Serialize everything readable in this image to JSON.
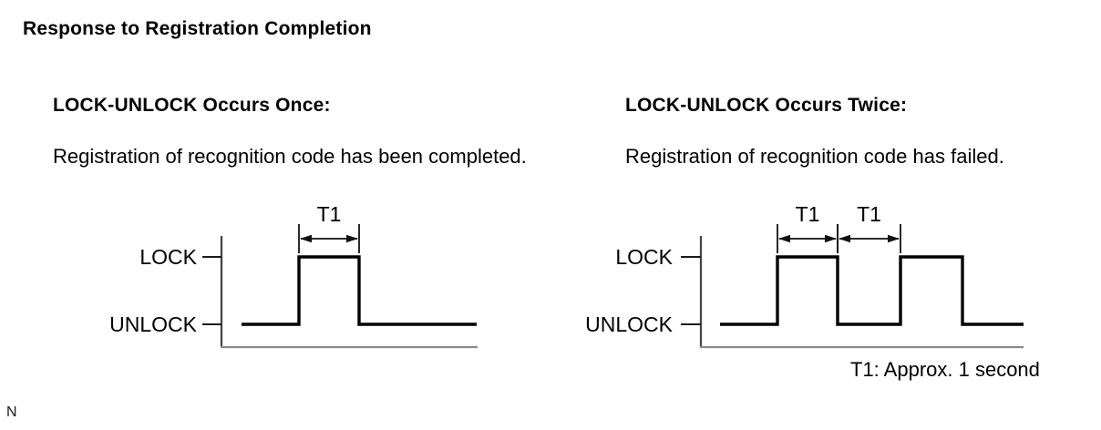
{
  "page": {
    "title": "Response to Registration Completion",
    "footnote": "T1: Approx. 1 second",
    "corner_marker": "N",
    "background": "#ffffff"
  },
  "colors": {
    "text": "#000000",
    "waveform": "#000000",
    "axis_vertical": "#474747",
    "axis_horizontal": "#8a8a8a",
    "tick": "#1a1a1a",
    "dimension": "#111111"
  },
  "panels": [
    {
      "heading": "LOCK-UNLOCK Occurs Once:",
      "description": "Registration of recognition code has been completed.",
      "diagram": {
        "type": "timing-waveform",
        "y_labels": [
          "LOCK",
          "UNLOCK"
        ],
        "steps": [
          {
            "level": "UNLOCK",
            "w": 63
          },
          {
            "level": "LOCK",
            "w": 66
          },
          {
            "level": "UNLOCK",
            "w": 129
          }
        ],
        "dims": [
          {
            "label": "T1",
            "from": 1,
            "to": 2
          }
        ]
      }
    },
    {
      "heading": "LOCK-UNLOCK Occurs Twice:",
      "description": "Registration of recognition code has failed.",
      "diagram": {
        "type": "timing-waveform",
        "y_labels": [
          "LOCK",
          "UNLOCK"
        ],
        "steps": [
          {
            "level": "UNLOCK",
            "w": 63
          },
          {
            "level": "LOCK",
            "w": 66
          },
          {
            "level": "UNLOCK",
            "w": 69
          },
          {
            "level": "LOCK",
            "w": 68
          },
          {
            "level": "UNLOCK",
            "w": 67
          }
        ],
        "dims": [
          {
            "label": "T1",
            "from": 1,
            "to": 2
          },
          {
            "label": "T1",
            "from": 2,
            "to": 3
          }
        ]
      }
    }
  ]
}
